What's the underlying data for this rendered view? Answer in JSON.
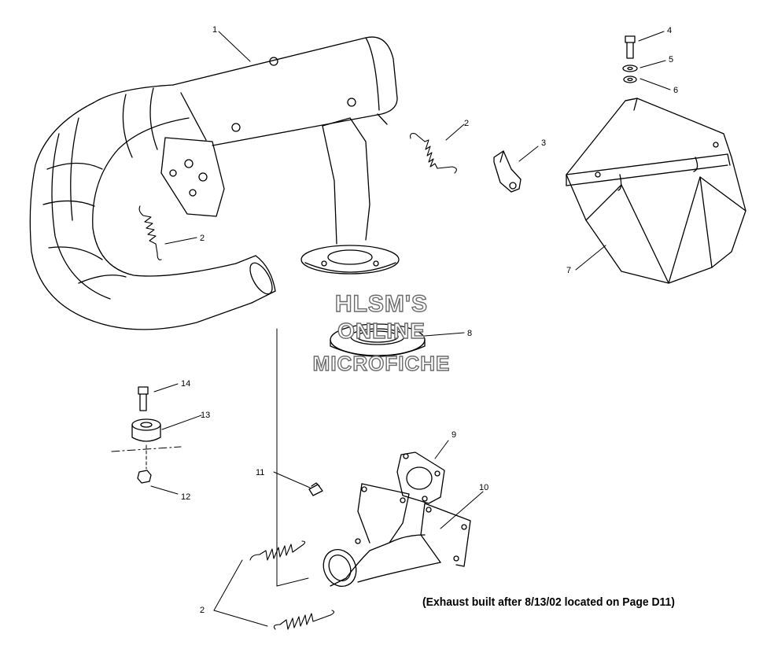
{
  "diagram": {
    "callouts": {
      "c1": "1",
      "c2a": "2",
      "c2b": "2",
      "c2c": "2",
      "c3": "3",
      "c4": "4",
      "c5": "5",
      "c6": "6",
      "c7": "7",
      "c8": "8",
      "c9": "9",
      "c10": "10",
      "c11": "11",
      "c12": "12",
      "c13": "13",
      "c14": "14"
    },
    "watermark": {
      "line1": "HLSM'S",
      "line2": "ONLINE",
      "line3": "MICROFICHE"
    },
    "note": "(Exhaust built after 8/13/02 located on Page D11)"
  }
}
